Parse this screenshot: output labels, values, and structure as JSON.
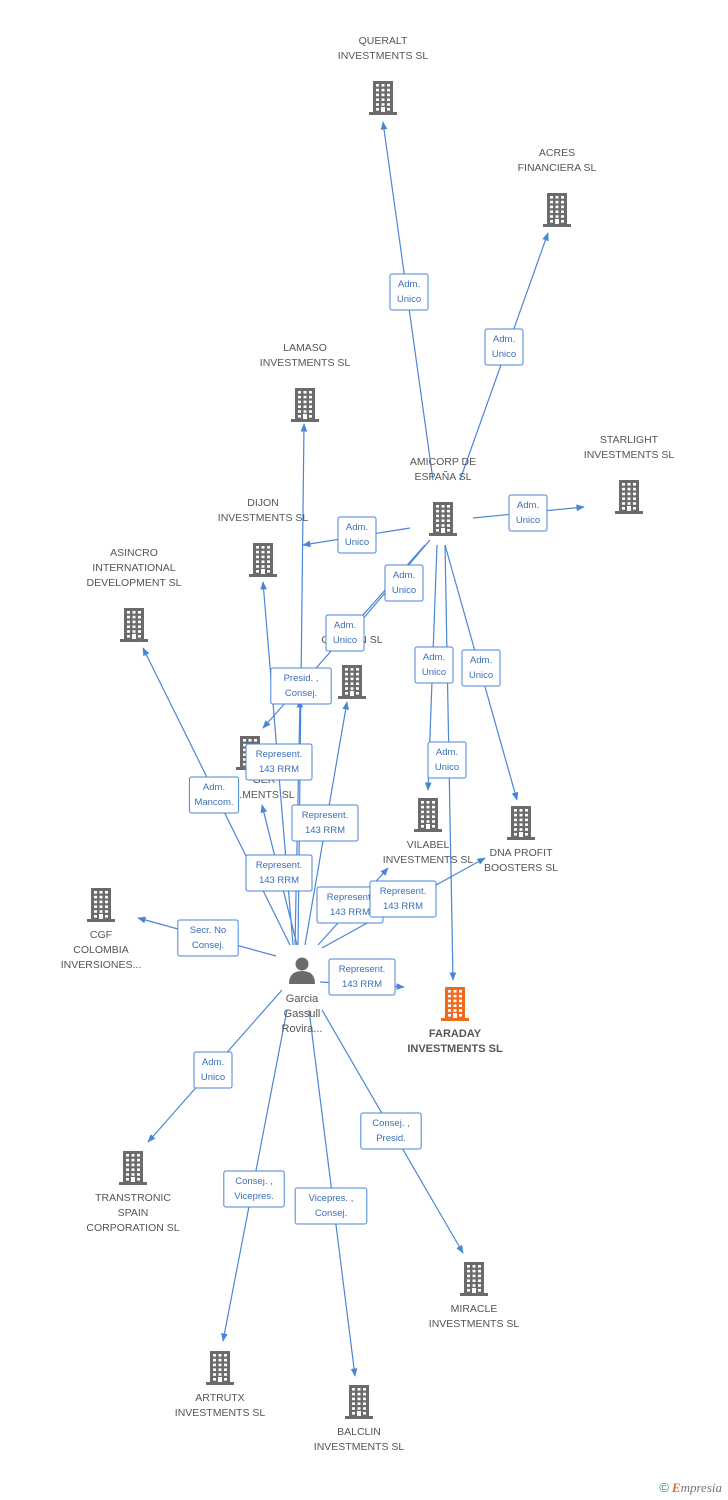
{
  "colors": {
    "edge": "#4a86d6",
    "building": "#6b6b6b",
    "building_highlight": "#f06a1d",
    "person": "#6b6b6b"
  },
  "person": {
    "id": "garcia",
    "name_lines": [
      "Garcia",
      "Gassull",
      "Rovira..."
    ],
    "icon": "person-icon"
  },
  "nodes": [
    {
      "id": "queralt",
      "lines": [
        "QUERALT",
        "INVESTMENTS SL"
      ],
      "icon": "building-icon"
    },
    {
      "id": "acres",
      "lines": [
        "ACRES",
        "FINANCIERA SL"
      ],
      "icon": "building-icon"
    },
    {
      "id": "lamaso",
      "lines": [
        "LAMASO",
        "INVESTMENTS SL"
      ],
      "icon": "building-icon"
    },
    {
      "id": "starlight",
      "lines": [
        "STARLIGHT",
        "INVESTMENTS SL"
      ],
      "icon": "building-icon"
    },
    {
      "id": "amicorp",
      "lines": [
        "AMICORP DE",
        "ESPAÑA SL"
      ],
      "icon": "building-icon"
    },
    {
      "id": "dijon",
      "lines": [
        "DIJON",
        "INVESTMENTS SL"
      ],
      "icon": "building-icon"
    },
    {
      "id": "asincro",
      "lines": [
        "ASINCRO",
        "INTERNATIONAL",
        "DEVELOPMENT SL"
      ],
      "icon": "building-icon"
    },
    {
      "id": "cardon",
      "lines": [
        "...A",
        "CARDON SL"
      ],
      "icon": "building-icon"
    },
    {
      "id": "ger",
      "lines": [
        "GER",
        "...MENTS SL"
      ],
      "icon": "building-icon"
    },
    {
      "id": "vilabel",
      "lines": [
        "VILABEL",
        "INVESTMENTS SL"
      ],
      "icon": "building-icon"
    },
    {
      "id": "dna",
      "lines": [
        "DNA PROFIT",
        "BOOSTERS SL"
      ],
      "icon": "building-icon"
    },
    {
      "id": "cgf",
      "lines": [
        "CGF",
        "COLOMBIA",
        "INVERSIONES..."
      ],
      "icon": "building-icon"
    },
    {
      "id": "faraday",
      "lines": [
        "FARADAY",
        "INVESTMENTS SL"
      ],
      "icon": "building-icon",
      "highlight": true
    },
    {
      "id": "transtronic",
      "lines": [
        "TRANSTRONIC",
        "SPAIN",
        "CORPORATION SL"
      ],
      "icon": "building-icon"
    },
    {
      "id": "miracle",
      "lines": [
        "MIRACLE",
        "INVESTMENTS SL"
      ],
      "icon": "building-icon"
    },
    {
      "id": "artrutx",
      "lines": [
        "ARTRUTX",
        "INVESTMENTS SL"
      ],
      "icon": "building-icon"
    },
    {
      "id": "balclin",
      "lines": [
        "BALCLIN",
        "INVESTMENTS SL"
      ],
      "icon": "building-icon"
    }
  ],
  "edges": [
    {
      "from": "amicorp",
      "to": "queralt",
      "lines": [
        "Adm.",
        "Unico"
      ]
    },
    {
      "from": "amicorp",
      "to": "acres",
      "lines": [
        "Adm.",
        "Unico"
      ]
    },
    {
      "from": "amicorp",
      "to": "starlight",
      "lines": [
        "Adm.",
        "Unico"
      ]
    },
    {
      "from": "amicorp",
      "to": "dijon",
      "lines": [
        "Adm.",
        "Unico"
      ]
    },
    {
      "from": "amicorp",
      "to": "cardon",
      "lines": [
        "Adm.",
        "Unico"
      ]
    },
    {
      "from": "amicorp",
      "to": "ger",
      "lines": [
        "Adm.",
        "Unico"
      ]
    },
    {
      "from": "amicorp",
      "to": "vilabel",
      "lines": [
        "Adm.",
        "Unico"
      ]
    },
    {
      "from": "amicorp",
      "to": "dna",
      "lines": [
        "Adm.",
        "Unico"
      ]
    },
    {
      "from": "amicorp",
      "to": "faraday",
      "lines": [
        "Adm.",
        "Unico"
      ]
    },
    {
      "from": "garcia",
      "to": "lamaso",
      "lines": [
        "Represent.",
        "143 RRM"
      ]
    },
    {
      "from": "garcia",
      "to": "amicorp",
      "lines": [
        "Presid. ,",
        "Consej."
      ]
    },
    {
      "from": "garcia",
      "to": "asincro",
      "lines": [
        "Adm.",
        "Mancom."
      ]
    },
    {
      "from": "garcia",
      "to": "dijon",
      "lines": [
        "Represent.",
        "143 RRM"
      ]
    },
    {
      "from": "garcia",
      "to": "cardon",
      "lines": [
        "Represent.",
        "143 RRM"
      ]
    },
    {
      "from": "garcia",
      "to": "ger",
      "lines": [
        "Represent.",
        "143 RRM"
      ]
    },
    {
      "from": "garcia",
      "to": "vilabel",
      "lines": [
        "Represent.",
        "143 RRM"
      ]
    },
    {
      "from": "garcia",
      "to": "dna",
      "lines": [
        "Represent.",
        "143 RRM"
      ]
    },
    {
      "from": "garcia",
      "to": "cgf",
      "lines": [
        "Secr.  No",
        "Consej."
      ]
    },
    {
      "from": "garcia",
      "to": "faraday",
      "lines": [
        "Represent.",
        "143 RRM"
      ]
    },
    {
      "from": "garcia",
      "to": "transtronic",
      "lines": [
        "Adm.",
        "Unico"
      ]
    },
    {
      "from": "garcia",
      "to": "miracle",
      "lines": [
        "Consej. ,",
        "Presid."
      ]
    },
    {
      "from": "garcia",
      "to": "artrutx",
      "lines": [
        "Consej. ,",
        "Vicepres."
      ]
    },
    {
      "from": "garcia",
      "to": "balclin",
      "lines": [
        "Vicepres. ,",
        "Consej."
      ]
    }
  ],
  "brand": {
    "copyright": "©",
    "name_first": "E",
    "name_rest": "mpresia"
  }
}
